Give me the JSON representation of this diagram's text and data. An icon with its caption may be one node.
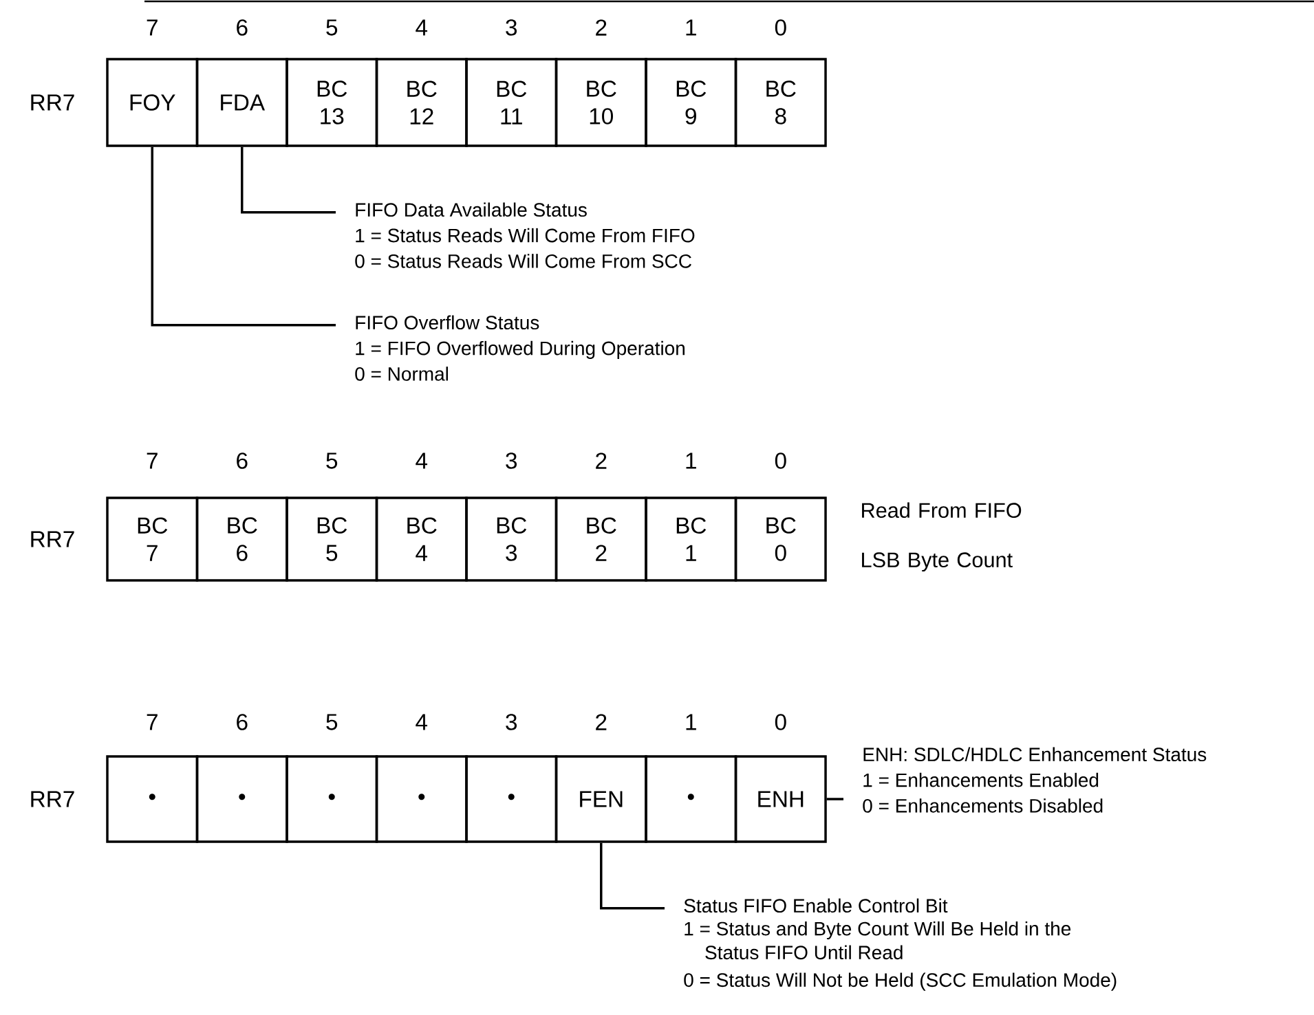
{
  "diagram": {
    "nodes": [
      {
        "text": [
          "FOY"
        ]
      },
      {
        "text": [
          "FDA"
        ]
      },
      {
        "text": [
          "BC 13"
        ]
      },
      {
        "text": [
          "BC 12"
        ]
      },
      {
        "text": [
          "BC 11"
        ]
      },
      {
        "text": [
          "BC 10"
        ]
      },
      {
        "text": [
          "BC 9"
        ]
      },
      {
        "text": [
          "BC 8"
        ]
      },
      {
        "text": [
          "FIFO Data Available Status",
          "1 = Status Reads Will Come From FIFO",
          "0 = Status Reads Will Come From SCC"
        ]
      },
      {
        "text": [
          "FIFO Overflow Status",
          "1 = FIFO Overflowed During Operation",
          "0 = Normal"
        ]
      },
      {
        "text": [
          "BC 7"
        ]
      },
      {
        "text": [
          "BC 6"
        ]
      },
      {
        "text": [
          "BC 5"
        ]
      },
      {
        "text": [
          "BC 4"
        ]
      },
      {
        "text": [
          "BC 3"
        ]
      },
      {
        "text": [
          "BC 2"
        ]
      },
      {
        "text": [
          "BC 1"
        ]
      },
      {
        "text": [
          "BC 0"
        ]
      },
      {
        "text": [
          "•"
        ]
      },
      {
        "text": [
          "•"
        ]
      },
      {
        "text": [
          "•"
        ]
      },
      {
        "text": [
          "•"
        ]
      },
      {
        "text": [
          "•"
        ]
      },
      {
        "text": [
          "FEN"
        ]
      },
      {
        "text": [
          "•"
        ]
      },
      {
        "text": [
          "ENH"
        ]
      },
      {
        "text": [
          "ENH:  SDLC/HDLC Enhancement Status",
          "1 = Enhancements Enabled",
          "0 = Enhancements Disabled"
        ]
      },
      {
        "text": [
          "Status FIFO Enable Control Bit",
          "1 = Status and Byte Count Will Be Held in the Status FIFO Until Read",
          "0 = Status Will Not be Held (SCC Emulation Mode)"
        ]
      }
    ],
    "edges": [
      {
        "from": 1,
        "to": 8,
        "arrow": "none"
      },
      {
        "from": 0,
        "to": 9,
        "arrow": "none"
      },
      {
        "from": 25,
        "to": 26,
        "arrow": "none"
      },
      {
        "from": 23,
        "to": 27,
        "arrow": "none"
      }
    ],
    "labels": [
      "7",
      "6",
      "5",
      "4",
      "3",
      "2",
      "1",
      "0",
      "RR7",
      "7",
      "6",
      "5",
      "4",
      "3",
      "2",
      "1",
      "0",
      "RR7",
      "Read From FIFO LSB Byte Count",
      "7",
      "6",
      "5",
      "4",
      "3",
      "2",
      "1",
      "0",
      "RR7"
    ]
  }
}
